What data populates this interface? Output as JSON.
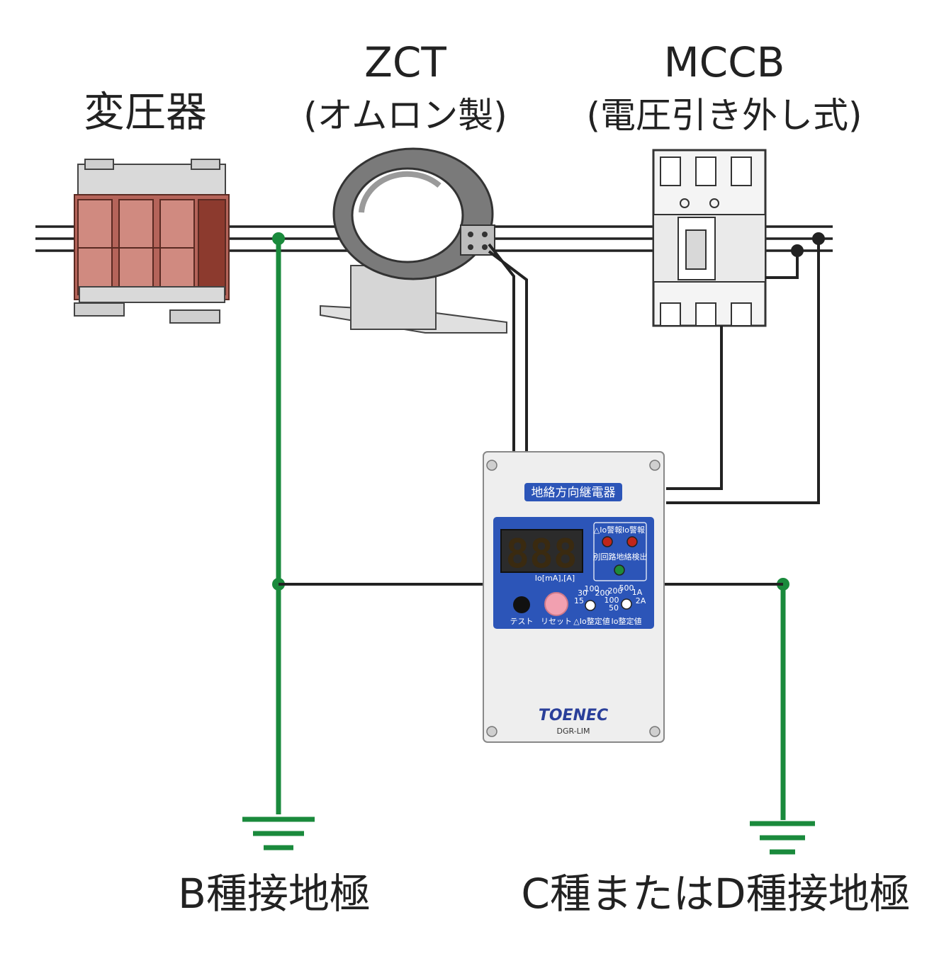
{
  "labels": {
    "transformer": "変圧器",
    "zct_name": "ZCT",
    "zct_maker": "(オムロン製)",
    "mccb_name": "MCCB",
    "mccb_type": "(電圧引き外し式)",
    "ground_b": "B種接地極",
    "ground_cd": "C種またはD種接地極"
  },
  "relay": {
    "title": "地絡方向継電器",
    "display": "888",
    "display_unit": "Io[mA],[A]",
    "led_delta_alarm": "△Io警報",
    "led_io_alarm": "Io警報",
    "led_other_circuit": "別回路地絡検出",
    "button_test": "テスト",
    "button_reset": "リセット",
    "dial_delta_label": "△Io整定値",
    "dial_io_label": "Io整定値",
    "dial_delta_ticks": [
      "30",
      "100",
      "200",
      "15"
    ],
    "dial_io_ticks": [
      "200",
      "500",
      "1A",
      "100",
      "2A",
      "50"
    ],
    "brand": "TOENEC",
    "model": "DGR-LIM"
  },
  "colors": {
    "ground_wire": "#1a8a3c",
    "panel_blue": "#2c55b8",
    "line": "#222222",
    "transformer_core": "#b5645a"
  }
}
